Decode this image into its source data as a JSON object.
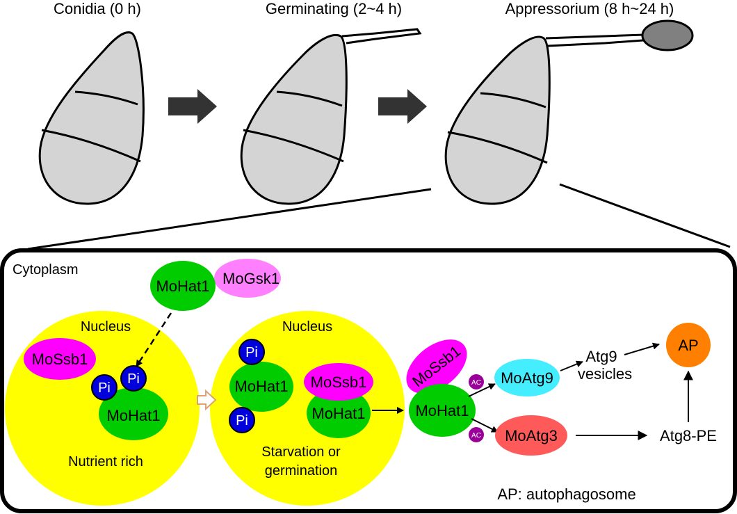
{
  "stages": {
    "conidia": "Conidia (0 h)",
    "germinating": "Germinating (2~4 h)",
    "appressorium": "Appressorium (8 h~24 h)"
  },
  "panel": {
    "cytoplasm": "Cytoplasm",
    "nucleus_left": "Nucleus",
    "nucleus_right": "Nucleus",
    "nutrient_rich": "Nutrient rich",
    "starvation_line1": "Starvation or",
    "starvation_line2": "germination",
    "legend": "AP: autophagosome"
  },
  "proteins": {
    "mohat1_top": "MoHat1",
    "mogsk1": "MoGsk1",
    "mossb1_left": "MoSsb1",
    "mohat1_left": "MoHat1",
    "mohat1_mid_upper": "MoHat1",
    "mossb1_mid": "MoSsb1",
    "mohat1_mid_lower": "MoHat1",
    "mossb1_right": "MoSsb1",
    "mohat1_right": "MoHat1",
    "moatg9": "MoAtg9",
    "moatg3": "MoAtg3"
  },
  "modifications": {
    "pi": "Pi",
    "ac": "AC"
  },
  "pathway": {
    "atg9_line1": "Atg9",
    "atg9_line2": "vesicles",
    "atg8pe": "Atg8-PE",
    "ap": "AP"
  },
  "colors": {
    "cell_fill": "#d4d4d4",
    "appressorium_fill": "#808080",
    "nucleus": "#ffff00",
    "mohat1": "#00cc00",
    "mogsk1": "#ff80ff",
    "mossb1": "#ff00ff",
    "pi": "#0000dd",
    "ac": "#990099",
    "moatg9": "#44eeff",
    "moatg3": "#ff5a5a",
    "ap": "#ff7f00"
  }
}
